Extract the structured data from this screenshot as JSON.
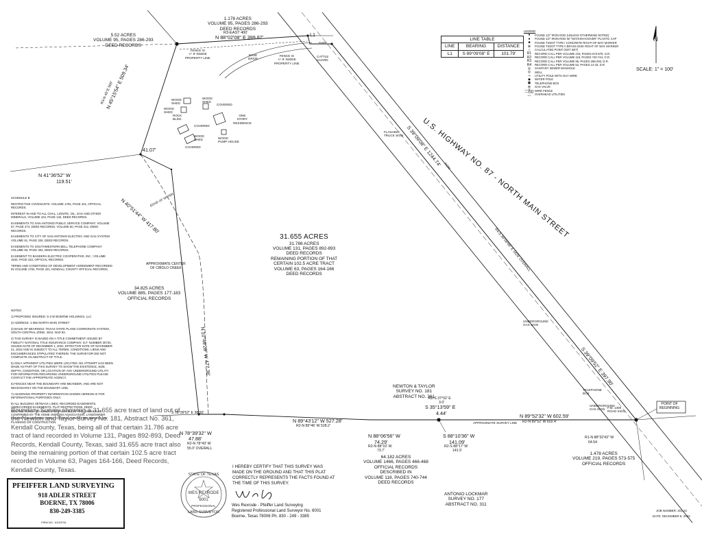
{
  "map": {
    "tracts": {
      "main": [
        "31.655 ACRES",
        "31.786 ACRES",
        "VOLUME 131, PAGES 892-893",
        "DEED RECORDS",
        "REMAINING PORTION OF THAT",
        "CERTAIN 102.5 ACRE TRACT",
        "VOLUME 63, PAGES 164-166",
        "DEED RECORDS"
      ],
      "north": [
        "1.178 ACRES",
        "VOLUME 95, PAGES 286-293",
        "DEED RECORDS"
      ],
      "northwest": [
        "5.52 ACRES",
        "VOLUME 95, PAGES 286-293",
        "DEED RECORDS"
      ],
      "west": [
        "34.825 ACRES",
        "VOLUME 885, PAGES 177-183",
        "OFFICIAL RECORDS"
      ],
      "south": [
        "64.182 ACRES",
        "VOLUME 1466, PAGES 466-468",
        "OFFICIAL RECORDS",
        "DESCRIBED IN",
        "VOLUME 118, PAGES 740-744",
        "DEED RECORDS"
      ],
      "southeast": [
        "1.478 ACRES",
        "VOLUME 219, PAGES 573-575",
        "OFFICIAL RECORDS"
      ]
    },
    "surveys": {
      "newton_taylor": [
        "NEWTON & TAYLOR",
        "SURVEY NO. 181",
        "ABSTRACT NO. 361"
      ],
      "lockmar": [
        "ANTONIO LOCKMAR",
        "SURVEY NO. 177",
        "ABSTRACT NO. 311"
      ]
    },
    "highway": "U.S. HIGHWAY NO. 87 - NORTH MAIN STREET",
    "bearings": {
      "north_line": "N 88°02'08\" E  399.87'",
      "north_record": "R3-EAST 400'",
      "line_l1": "L1",
      "nw_line": "N 45°15'54\" E  509.34'",
      "nw_record": "R3-N 45°E 509'",
      "nw_bend_dist": "41.07'",
      "w_short": "N 41°36'52\" W",
      "w_short_dist": "119.51'",
      "w_line1": "N 40°51'44\" W  417.80'",
      "w_line2": "N 10°46'28\" W  477.36'",
      "hwy_line1": "S 39°09'08\" E  1244.74'",
      "hwy_record": "R4-S 39°09'08\" E 1829' OVERALL",
      "hwy_line2": "S 39°09'52\" E  397.90'",
      "s_line1": "N 89°52'32\" W  602.59'",
      "s_line1_rec": "R2-N 89°52' W  602.4'",
      "s_line2": "N 89°43'12\" W  527.28'",
      "s_line2_rec": "R2-N 89°46' W  528.2'",
      "s_short": "S 78°39'52\" E  38.50'",
      "sw_corner": "N 78°39'32\" W",
      "sw_corner_dist": "47.88'",
      "sw_corner_rec": "R2-N 78°43' W",
      "sw_corner_rec2": "55.0' OVERALL",
      "jog1": "S 35°13'59\" E",
      "jog1_dist": "4.44'",
      "jog1_rec": "R2-S 37°02' E",
      "jog1_rec2": "3.0'",
      "s_mid1": "N 88°06'56\" W",
      "s_mid1_dist": "74.29'",
      "s_mid1_rec": "R2-N 88°10' W",
      "s_mid1_rec2": "73.7'",
      "s_mid2": "S 88°10'36\" W",
      "s_mid2_dist": "141.09'",
      "s_mid2_rec": "R2-S 88°17' W",
      "s_mid2_rec2": "141.5'",
      "pob_call": "R1-N 88°32'43\" W",
      "pob_call_dist": "64.54"
    },
    "features": {
      "fence_n": "FENCE IS\n+/- 8' INSIDE\nPROPERTY LINE",
      "fence_n2": "FENCE IS\n+/- 8' INSIDE\nPROPERTY LINE",
      "base_drive": "BASE\nDRIVE",
      "gate": "GATE",
      "cattle_guard": "CATTLE\nGUARD",
      "wood_shed1": "WOOD\nSHED",
      "wood_shed2": "WOOD\nSHED",
      "wood_shed3": "WOOD\nSHED",
      "wood_shed4": "WOOD\nSHED",
      "rock_bldg": "ROCK\nBLDG.",
      "covered1": "COVERED",
      "covered2": "COVERED",
      "covered3": "COVERED",
      "residence": "ONE\nSTORY\nRESIDENCE",
      "pump_house": "WOOD\nPUMP HOUSE",
      "edge_water": "EDGE OF WATER",
      "creek": "APPROXIMATE CENTER\nOF CIBOLO CREEK",
      "flashing_sign": "FLASHING\nTRUCK SIGN",
      "ug_gas": "UNDERGROUND\nGAS SIGN",
      "ug_gas2": "UNDERGROUND\nGAS SIGN",
      "telephone": "TELEPHONE\nBOX",
      "fm_sign": "F.M. 1306\nROAD SIGN",
      "approx_survey_line": "APPROXIMATE SURVEY LINE",
      "pob": "POINT OF\nBEGINNING",
      "row_label": "ROW"
    },
    "line_table": {
      "title": "LINE TABLE",
      "headers": [
        "LINE",
        "BEARING",
        "DISTANCE"
      ],
      "rows": [
        [
          "L1",
          "S 89°09'08\" E",
          "101.79'"
        ]
      ]
    },
    "legend": {
      "title": "LEGEND",
      "items": [
        "FOUND 1/2\" IRON ROD (UNLESS OTHERWISE NOTED)",
        "FOUND 1/2\" IRON ROD W/ \"MATKIN-HOOVER\" PLASTIC CAP",
        "FOUND TXDOT TYPE I CONCRETE RIGHT-OF-WAY MARKER",
        "FOUND TXDOT TYPE II BRASS DISK RIGHT OF WAY MARKER",
        "CALCULATED POINT (NOT SET)",
        "RECORD CALL PER VOLUME 219, PAGES 573-575, O.R.",
        "RECORD CALL PER VOLUME 118, PAGES 740-744, O.R.",
        "RECORD CALL PER VOLUME 95, PAGES 286-293, D.R.",
        "RECORD CALL PER VOLUME 52, PAGES 14-15, D.R.",
        "SANITARY SEWER MANHOLE",
        "WELL",
        "UTILITY POLE WITH GUY WIRE",
        "WATER POLE",
        "TELEPHONE BOX",
        "GAS VALVE",
        "WIRE FENCE",
        "OVERHEAD UTILITIES"
      ],
      "symbols": [
        "●",
        "●",
        "■",
        "⊗",
        "○",
        "R1",
        "R2",
        "R3",
        "R4",
        "◎",
        "◎",
        "⊸",
        "◆",
        "▣",
        "⊕",
        "—x—",
        "—ou—"
      ]
    },
    "north_arrow": "N",
    "scale": "SCALE: 1\" = 100'",
    "schedule_b": [
      "SCHEDULE B",
      "RESTRICTIVE COVENANTS: VOLUME 1702, PAGE 421, OFFICIAL RECORDS.",
      "INTEREST IN AND TO ALL COAL, LIGNITE, OIL, GAS AND OTHER MINERALS, VOLUME 104, PAGE 132, DEED RECORDS.",
      "EASEMENTS TO SAN ANTONIO PUBLIC SERVICE COMPANY: VOLUME 57, PAGE 474, DEED RECORDS. VOLUME 60, PAGE 312, DEED RECORDS.",
      "EASEMENTS TO CITY OF SAN ANTONIO ELECTRIC AND GAS SYSTEM: VOLUME 61, PAGE 326, DEED RECORDS.",
      "EASEMENTS TO SOUTHWESTERN BELL TELEPHONE COMPANY: VOLUME 83, PAGE 302, DEED RECORDS.",
      "EASEMENT TO BANDERA ELECTRIC COOPERATIVE, INC.: VOLUME 1542, PAGE 153, OFFICIAL RECORDS.",
      "TERMS AND CONDITIONS OF DEVELOPMENT AGREEMENT RECORDED IN VOLUME 1702, PAGE 421, KENDALL COUNTY OFFICIAL RECORDS."
    ],
    "notes": [
      "NOTES:",
      "1) PROPOSED INSURED: S-3 W BOERNE HOLDINGS, LLC",
      "2) ADDRESS: 1-356 NORTH MAIN STREET",
      "3) BASIS OF BEARINGS: TEXAS STATE PLANE COORDINATE SYSTEM, SOUTH CENTRAL ZONE, 4204, NAD 83.",
      "4) THIS SURVEY IS BASED ON A TITLE COMMITMENT ISSUED BY FIDELITY NATIONAL TITLE INSURANCE COMPANY, G.F. NUMBER 30734, ISSUED DATE OF DECEMBER 1, 2022, EFFECTIVE DATE OF NOVEMBER 21, 2022 AND IS SUBJECT TO ALL TERMS, CONDITIONS, LIENS AND ENCUMBRANCES STIPULATED THEREIN. THE SURVEYOR DID NOT COMPLETE AN ABSTRACT OF TITLE.",
      "5) ONLY APPARENT UTILITIES WERE LOCATED. NO ATTEMPT HAS BEEN MADE AS PART OF THIS SURVEY TO SHOW THE EXISTENCE, SIZE, DEPTH, CONDITION, OR LOCATION OF ANY UNDERGROUND UTILITY. FOR INFORMATION REGARDING UNDERGROUND UTILITIES PLEASE CONTACT THE APPROPRIATE AGENCY.",
      "6) FENCES NEAR THE BOUNDARY ARE MEANDER, AND ARE NOT NECESSARILY ON THE BOUNDARY LINE.",
      "7) ADJOINING PROPERTY INFORMATION SHOWN HEREON IS FOR INFORMATIONAL PURPOSES ONLY.",
      "8) ALL BUILDING SETBACK LINES, RECORDED EASEMENTS, UNRECORDED EASEMENTS, PLAT RESTRICTIONS, DEED RESTRICTIONS AND ZONING ORDINANCES, IF ANY, SHOULD BE CONFIRMED BY THE HOME OWNERS ASSOCIATION, LANDOWNER AND/OR THE ARCHITECTURAL CONTROL COMMITTEE BEFORE ANY PLANNING OR CONSTRUCTION."
    ],
    "description": "Boundary Survey showing a 31.655 acre tract of land out of the Newton and Taylor Survey No. 181, Abstract No. 361, Kendall County, Texas, being all of that certain 31.786 acre tract of land recorded in Volume 131, Pages 892-893, Deed Records, Kendall County, Texas, said 31.655 acre tract also being the remaining portion of that certain 102.5 acre tract recorded in Volume 63, Pages 164-166, Deed Records, Kendall County, Texas.",
    "certification": "I HEREBY CERTIFY THAT THIS SURVEY WAS MADE ON THE GROUND AND THAT THIS PLAT CORRECTLY REPRESENTS THE FACTS FOUND AT THE TIME OF THIS SURVEY.",
    "surveyor": [
      "Wes Rexrode - Pfeiffer Land Surveying",
      "Registered Professional Land Surveyor No. 6001",
      "Boerne, Texas 78006   Ph. 830 - 249 - 3385"
    ],
    "seal": {
      "top": "STATE OF TEXAS",
      "name": "WES REXRODE",
      "number": "6001",
      "bottom": "LAND SURVEYOR",
      "side": "PROFESSIONAL"
    },
    "title_block": {
      "firm": "PFEIFFER LAND SURVEYING",
      "address": "918 ADLER STREET",
      "city": "BOERNE, TX 78006",
      "phone": "830-249-3385",
      "firm_no": "FIRM NO. 10193761"
    },
    "job": {
      "number": "JOB NUMBER: 201-22",
      "date": "DATE: DECEMBER 6, 2022"
    }
  }
}
